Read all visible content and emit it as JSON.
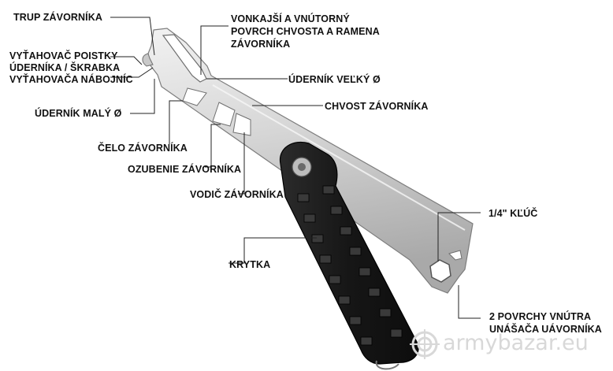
{
  "labels": {
    "trup": "TRUP ZÁVORNÍKA",
    "vonkajsi_1": "VONKAJŠÍ A VNÚTORNÝ",
    "vonkajsi_2": "POVRCH CHVOSTA A RAMENA",
    "vonkajsi_3": "ZÁVORNÍKA",
    "vytahovac_1": "VYŤAHOVAČ POISTKY",
    "vytahovac_2": "ÚDERNÍKA / ŠKRABKA",
    "vytahovac_3": "VYŤAHOVAČA NÁBOJNÍC",
    "udernik_velky": "ÚDERNÍK VEĽKÝ Ø",
    "chvost": "CHVOST ZÁVORNÍKA",
    "udernik_maly": "ÚDERNÍK MALÝ Ø",
    "celo": "ČELO ZÁVORNÍKA",
    "ozubenie": "OZUBENIE ZÁVORNÍKA",
    "vodic": "VODIČ ZÁVORNÍKA",
    "krytka": "KRYTKA",
    "kluc": "1/4\" KĽÚČ",
    "povrchy_1": "2 POVRCHY VNÚTRA",
    "povrchy_2": "UNÁŠAČA UÁVORNÍKA"
  },
  "watermark": "armybazar.eu",
  "colors": {
    "steel_light": "#e3e3e3",
    "steel_dark": "#9a9a9a",
    "handle": "#1c1c1c",
    "leader_line": "#222222",
    "watermark": "#d8d8d8"
  }
}
